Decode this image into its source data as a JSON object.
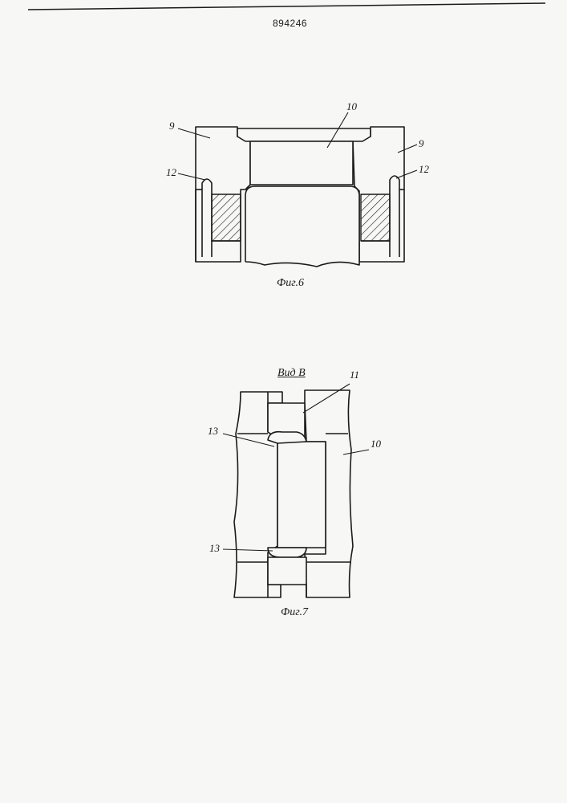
{
  "document": {
    "patent_number": "894246"
  },
  "figure6": {
    "caption": "Фиг.6",
    "labels": {
      "part_10": "10",
      "part_9_left": "9",
      "part_9_right": "9",
      "part_12_left": "12",
      "part_12_right": "12"
    }
  },
  "figure7": {
    "view_title": "Вид В",
    "caption": "Фиг.7",
    "labels": {
      "part_11": "11",
      "part_10": "10",
      "part_13_top": "13",
      "part_13_bottom": "13"
    }
  },
  "colors": {
    "ink": "#1a1a1a",
    "paper": "#f7f7f5"
  }
}
